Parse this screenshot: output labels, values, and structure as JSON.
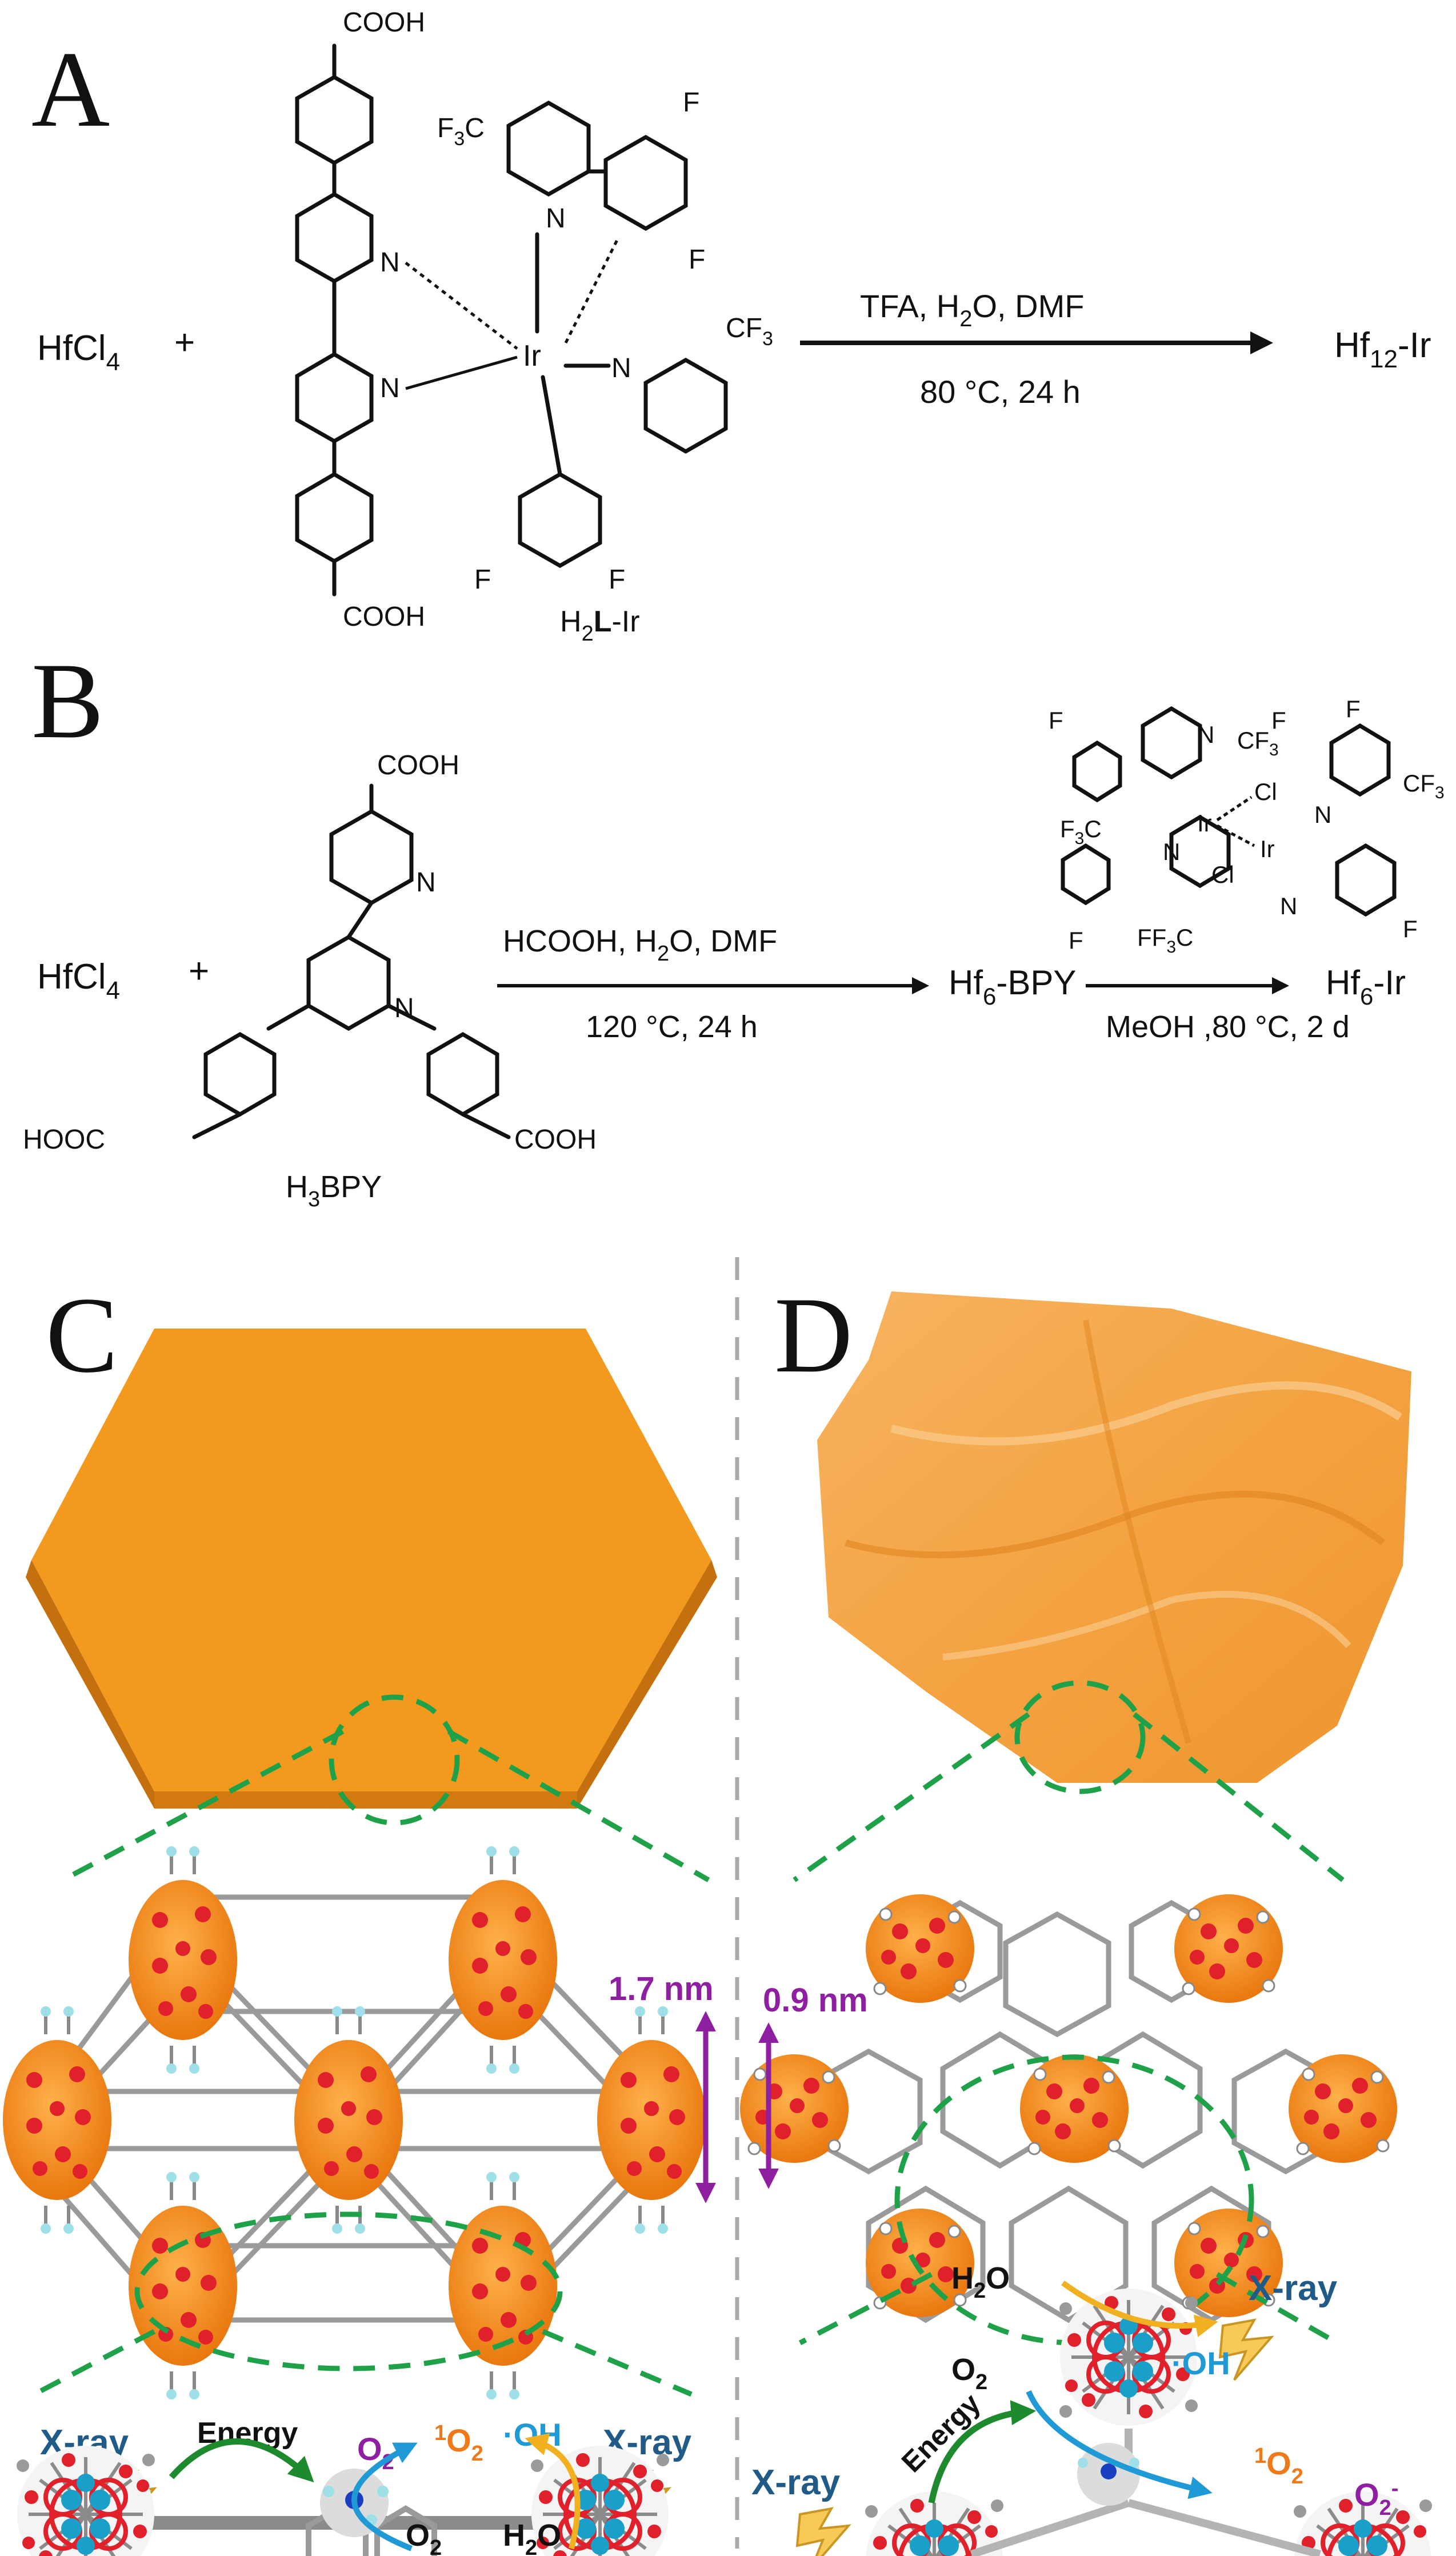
{
  "panels": {
    "A": {
      "letter": "A",
      "reactant": "HfCl",
      "reactant_sub": "4",
      "plus": "+",
      "top_group": "COOH",
      "bottom_group": "COOH",
      "cf3_1": "F",
      "cf3_1_sub": "3",
      "cf3_1_c": "C",
      "cf3_2": "CF",
      "cf3_2_sub": "3",
      "atom_N": "N",
      "atom_Ir": "Ir",
      "atom_F": "F",
      "ligand_name_pre": "H",
      "ligand_name_sub": "2",
      "ligand_name_bold": "L",
      "ligand_name_post": "-Ir",
      "cond_top": "TFA, H",
      "cond_top_sub": "2",
      "cond_top_post": "O, DMF",
      "cond_bottom": "80 °C, 24 h",
      "product": "Hf",
      "product_sub": "12",
      "product_post": "-Ir"
    },
    "B": {
      "letter": "B",
      "reactant": "HfCl",
      "reactant_sub": "4",
      "plus": "+",
      "cooh_top": "COOH",
      "cooh_left": "HOOC",
      "cooh_right": "COOH",
      "ligand_name": "H",
      "ligand_name_sub": "3",
      "ligand_name_post": "BPY",
      "cond1_top": "HCOOH, H",
      "cond1_top_sub": "2",
      "cond1_top_post": "O, DMF",
      "cond1_bottom": "120 °C, 24 h",
      "intermediate": "Hf",
      "intermediate_sub": "6",
      "intermediate_post": "-BPY",
      "dimer_cl": "Cl",
      "dimer_ir": "Ir",
      "dimer_cf3": "CF",
      "dimer_cf3_sub": "3",
      "dimer_f3c": "F",
      "dimer_f3c_sub": "3",
      "dimer_f3c_c": "C",
      "dimer_fcf3": "FF",
      "cond2": "MeOH ,80 °C, 2 d",
      "product": "Hf",
      "product_sub": "6",
      "product_post": "-Ir"
    },
    "C": {
      "letter": "C",
      "dimension": "1.7 nm",
      "xray_left": "X-ray",
      "xray_right": "X-ray",
      "energy": "Energy",
      "o2_minus": "O",
      "o2_minus_sub": "2",
      "o2_minus_sup": "-",
      "singlet_sup": "1",
      "singlet": "O",
      "singlet_sub": "2",
      "oh": "·OH",
      "o2_in": "O",
      "o2_in_sub": "2",
      "h2o": "H",
      "h2o_sub": "2",
      "h2o_post": "O"
    },
    "D": {
      "letter": "D",
      "dimension": "0.9 nm",
      "xray_top": "X-ray",
      "xray_left": "X-ray",
      "energy": "Energy",
      "h2o": "H",
      "h2o_sub": "2",
      "h2o_post": "O",
      "o2_in": "O",
      "o2_in_sub": "2",
      "oh": "·OH",
      "singlet_sup": "1",
      "singlet": "O",
      "singlet_sub": "2",
      "o2_minus": "O",
      "o2_minus_sub": "2",
      "o2_minus_sup": "-"
    }
  },
  "colors": {
    "plate_orange": "#f39a1e",
    "plate_edge": "#d27a10",
    "cluster_orange": "#f08a1a",
    "oxygen_red": "#e0202a",
    "hafnium_cyan": "#1a9fc9",
    "frame_gray": "#9a9a9a",
    "guide_green": "#1fa14a",
    "dimension_purple": "#8e1fa0",
    "xray_blue": "#1f5b86",
    "energy_green": "#1d8a2e",
    "arrow_blue": "#1f9ad6",
    "arrow_yellow": "#f0b020",
    "singlet_orange": "#f07a1a",
    "superoxide_purple": "#8e1fa0"
  },
  "icons": {
    "lightning": "lightning-icon"
  }
}
